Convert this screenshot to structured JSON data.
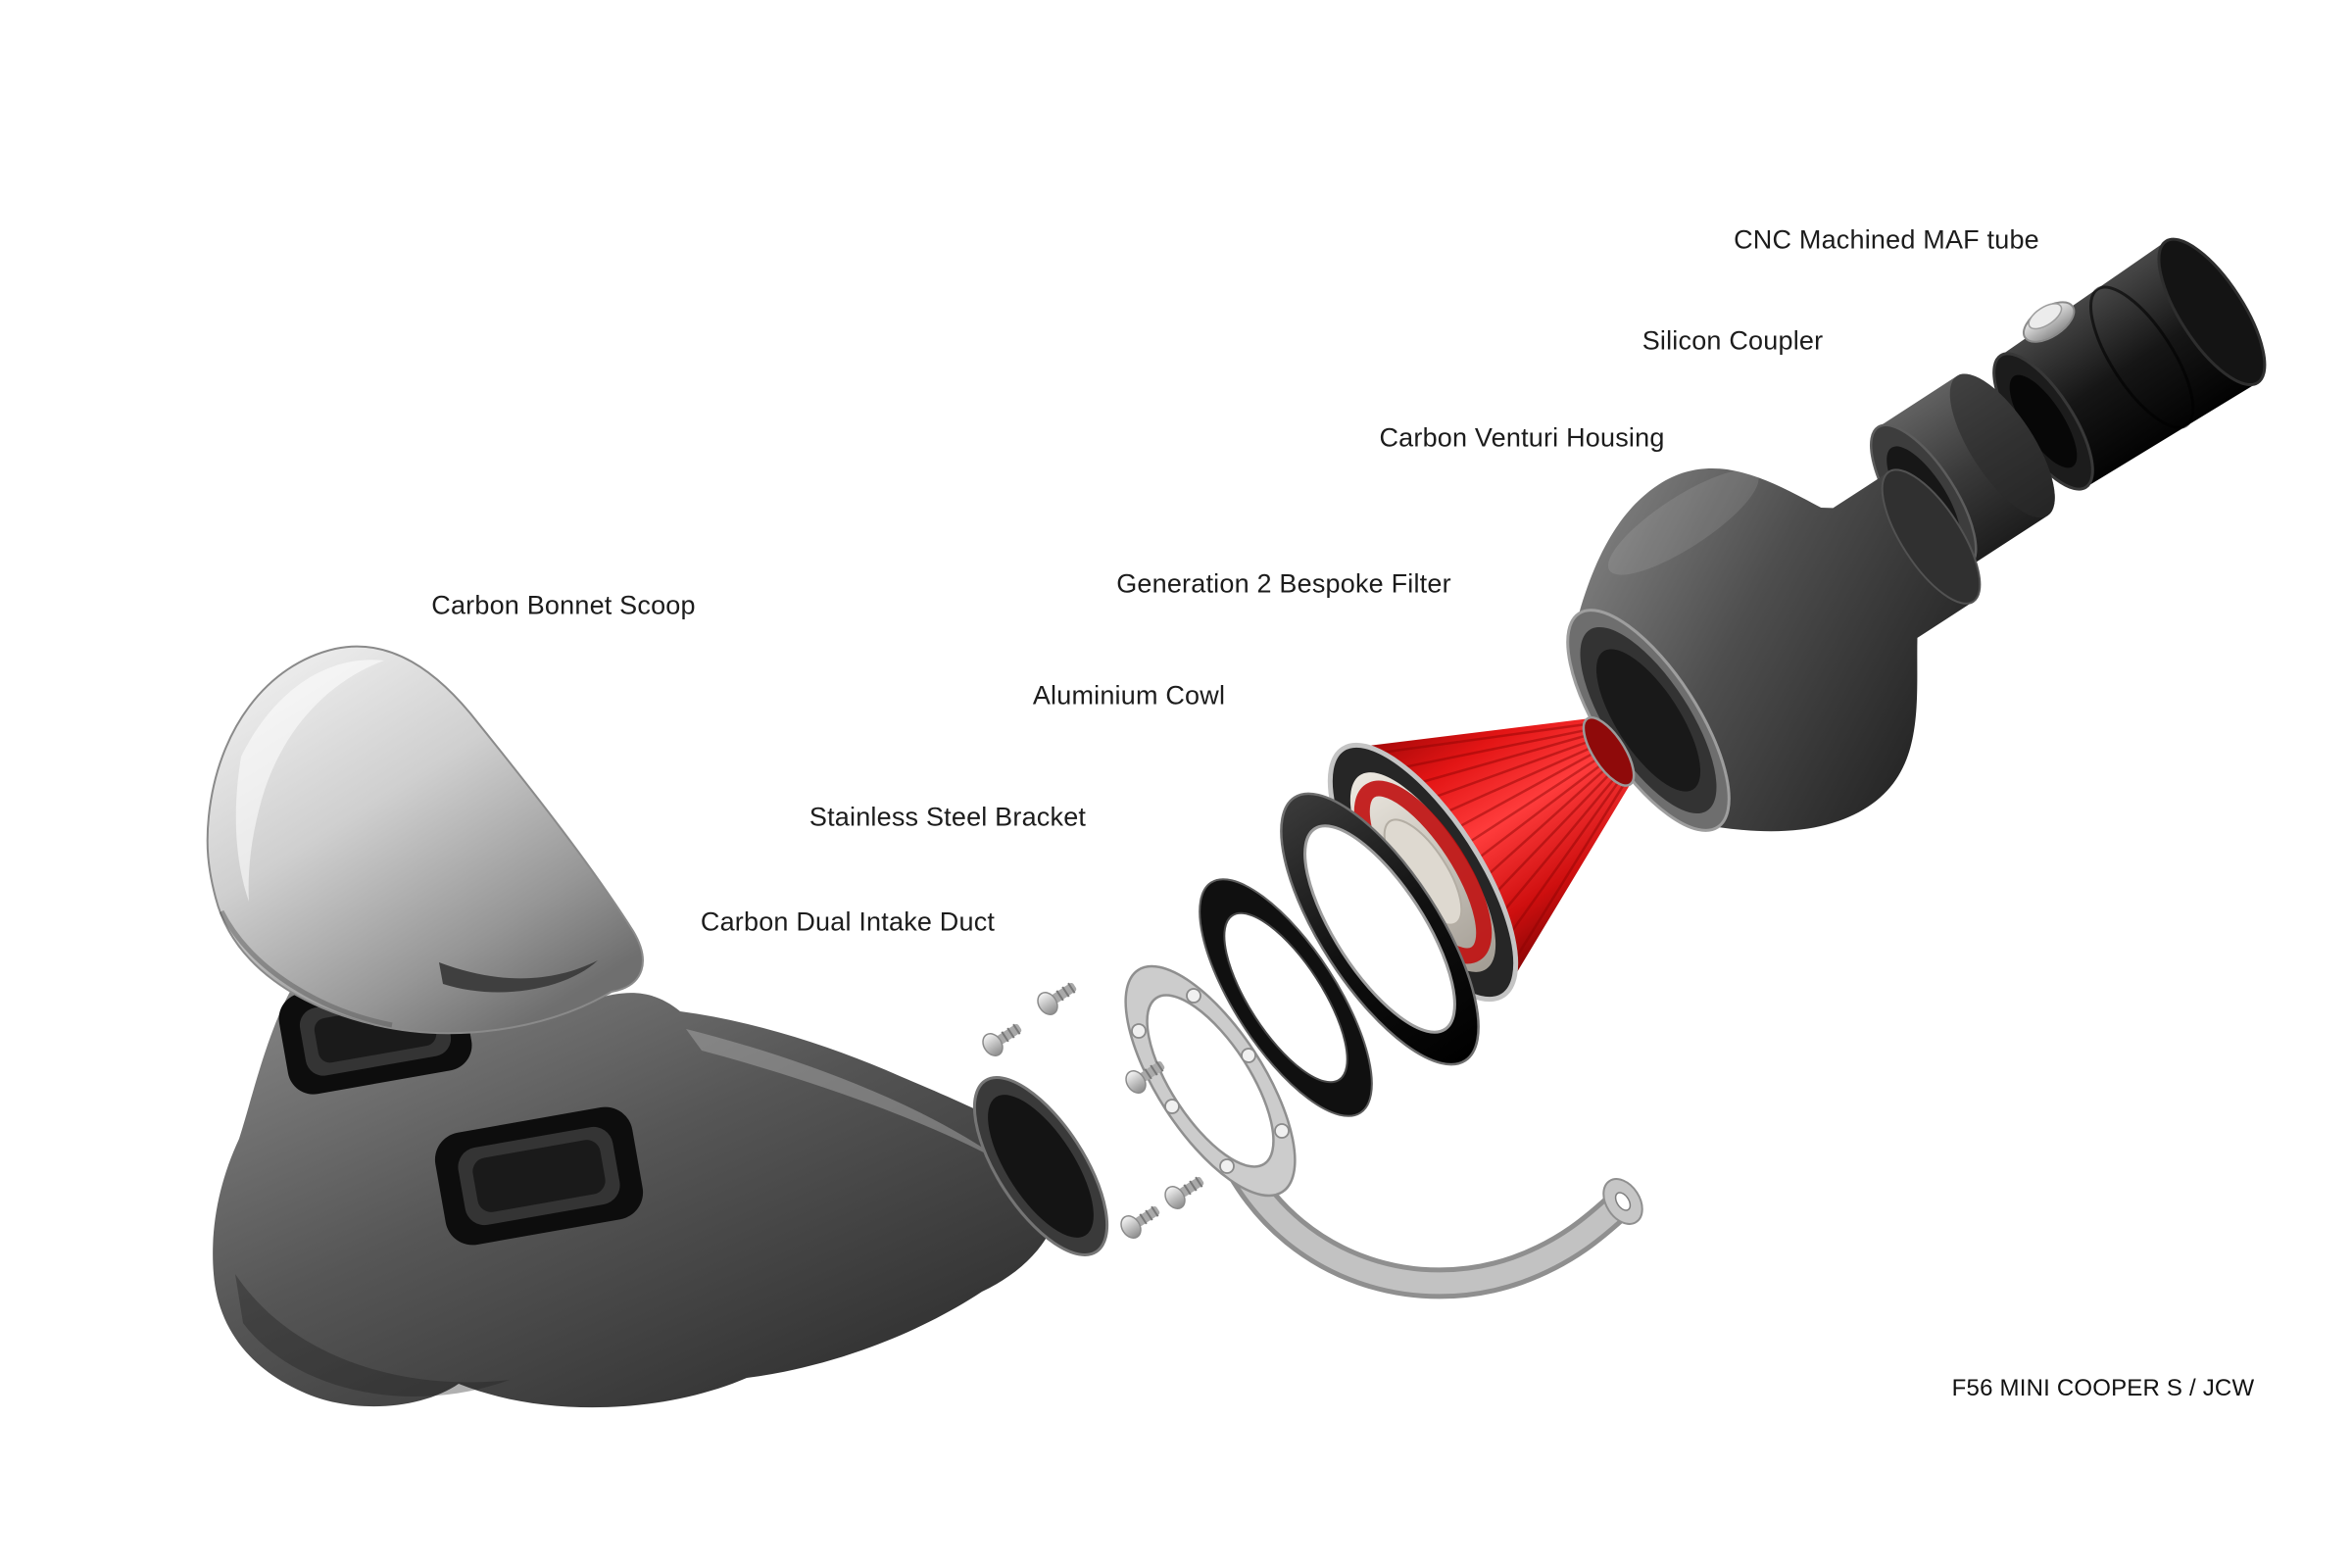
{
  "diagram": {
    "labels": {
      "maf_tube": "CNC Machined MAF tube",
      "silicon_coupler": "Silicon Coupler",
      "venturi_housing": "Carbon Venturi Housing",
      "bespoke_filter": "Generation 2 Bespoke Filter",
      "aluminium_cowl": "Aluminium Cowl",
      "steel_bracket": "Stainless Steel Bracket",
      "intake_duct": "Carbon Dual Intake Duct",
      "bonnet_scoop": "Carbon Bonnet Scoop",
      "model": "F56 MINI COOPER S / JCW"
    },
    "colors": {
      "filter_red": "#d91212",
      "carbon_dark": "#3c3c3c",
      "silver": "#c9c9c9",
      "background": "#ffffff"
    }
  }
}
